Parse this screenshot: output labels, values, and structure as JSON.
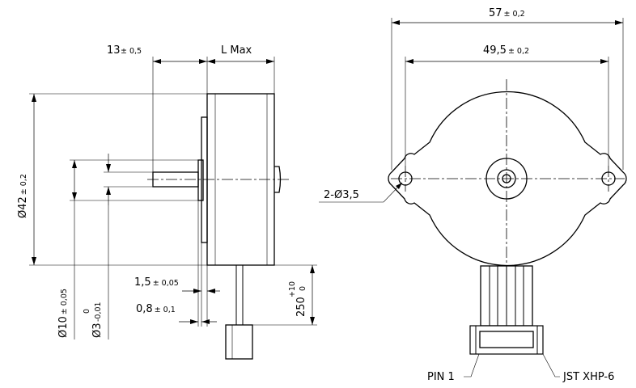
{
  "side_view": {
    "dim_shaft_len": "13",
    "dim_shaft_len_tol": "± 0,5",
    "dim_body_len": "L Max",
    "dim_body_dia": "Ø42",
    "dim_body_dia_tol": "± 0,2",
    "dim_boss_dia": "Ø10",
    "dim_boss_dia_tol": "± 0,05",
    "dim_shaft_dia": "Ø3",
    "dim_shaft_dia_tol_upper": "0",
    "dim_shaft_dia_tol_lower": "-0,01",
    "dim_flange_thk": "1,5",
    "dim_flange_thk_tol": "± 0,05",
    "dim_boss_thk": "0,8",
    "dim_boss_thk_tol": "± 0,1",
    "dim_lead_len": "250",
    "dim_lead_len_tol_upper": "+10",
    "dim_lead_len_tol_lower": "0"
  },
  "front_view": {
    "dim_overall_width": "57",
    "dim_overall_width_tol": "± 0,2",
    "dim_hole_spacing": "49,5",
    "dim_hole_spacing_tol": "± 0,2",
    "dim_mount_holes": "2-Ø3,5",
    "label_pin1": "PIN 1",
    "label_connector": "JST XHP-6"
  }
}
